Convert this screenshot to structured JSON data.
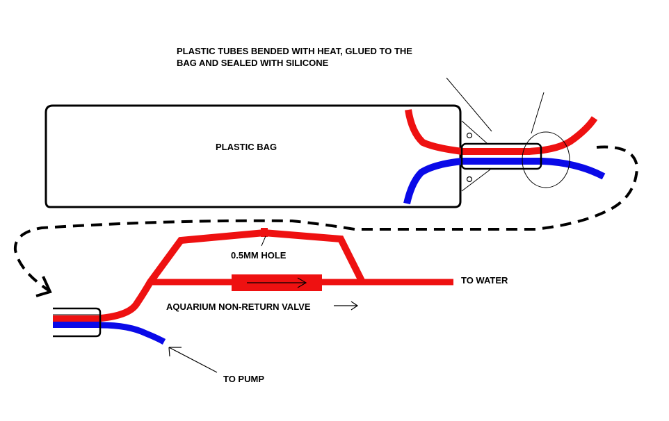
{
  "diagram": {
    "colors": {
      "intake_tube": "#ee1111",
      "pump_tube": "#0a0ae8",
      "outline": "#000000",
      "background": "#ffffff"
    },
    "labels": {
      "construction_note_line1": "PLASTIC TUBES BENDED WITH HEAT, GLUED TO THE",
      "construction_note_line2": "BAG AND SEALED WITH SILICONE",
      "bag": "PLASTIC BAG",
      "hole": "0.5MM HOLE",
      "valve": "AQUARIUM  NON-RETURN VALVE",
      "to_water": "TO WATER",
      "to_pump": "TO PUMP"
    }
  }
}
